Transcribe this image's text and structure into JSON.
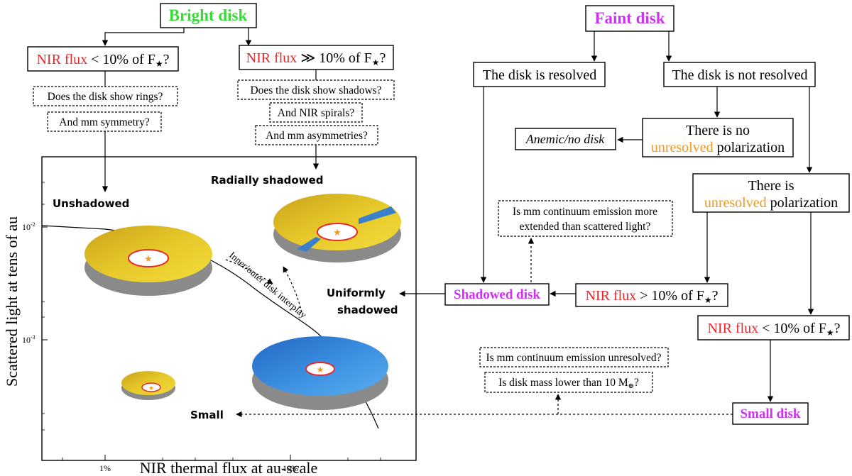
{
  "colors": {
    "red": "#e8282b",
    "green": "#33dd33",
    "magenta": "#cc33ee",
    "orange": "#ee9a22",
    "disk_gold": "#d6b21f",
    "disk_blue": "#2f7fd6"
  },
  "icons": {
    "star": "star-icon",
    "disk": "disk-icon"
  },
  "left": {
    "bright_disk": "Bright disk",
    "box_low": {
      "red": "NIR flux",
      "rest": " < 10% of F",
      "sub": "★",
      "end": "?"
    },
    "box_high": {
      "red": "NIR flux",
      "rest": " ≫ 10% of F",
      "sub": "★",
      "end": "?"
    },
    "q_rings": "Does the disk show rings?",
    "q_mm_sym": "And mm symmetry?",
    "q_shadows": "Does the disk show shadows?",
    "q_spirals": "And NIR spirals?",
    "q_mm_asym": "And mm asymmetries?"
  },
  "plot": {
    "xlabel": "NIR thermal flux at au-scale",
    "ylabel": "Scattered light at tens of au",
    "xticks": [
      "1%",
      "10%"
    ],
    "yticks": [
      "10",
      "10"
    ],
    "yexp": [
      "-2",
      "-3"
    ],
    "label_unshadowed": "Unshadowed",
    "label_radial": "Radially shadowed",
    "label_uniform_1": "Uniformly",
    "label_uniform_2": "shadowed",
    "label_small": "Small",
    "interplay": "Inner/outer disk interplay"
  },
  "right": {
    "faint_disk": "Faint disk",
    "resolved": "The disk is resolved",
    "not_resolved": "The disk is not resolved",
    "anemic": "Anemic/no disk",
    "no_unres_1": "There is no",
    "no_unres_2a": "unresolved",
    "no_unres_2b": " polarization",
    "unres_1": "There is",
    "unres_2a": "unresolved",
    "unres_2b": " polarization",
    "q_mm_ext_1": "Is mm continuum emission more",
    "q_mm_ext_2": "extended than scattered light?",
    "shadowed_disk": "Shadowed disk",
    "box_mid": {
      "red": "NIR flux",
      "rest": " > 10% of F",
      "sub": "★",
      "end": "?"
    },
    "box_low": {
      "red": "NIR flux",
      "rest": " < 10% of F",
      "sub": "★",
      "end": "?"
    },
    "q_mm_unres": "Is mm continuum emission unresolved?",
    "q_mass": "Is disk mass lower than 10 M",
    "q_mass_sub": "⊕",
    "q_mass_end": "?",
    "small_disk": "Small disk"
  }
}
